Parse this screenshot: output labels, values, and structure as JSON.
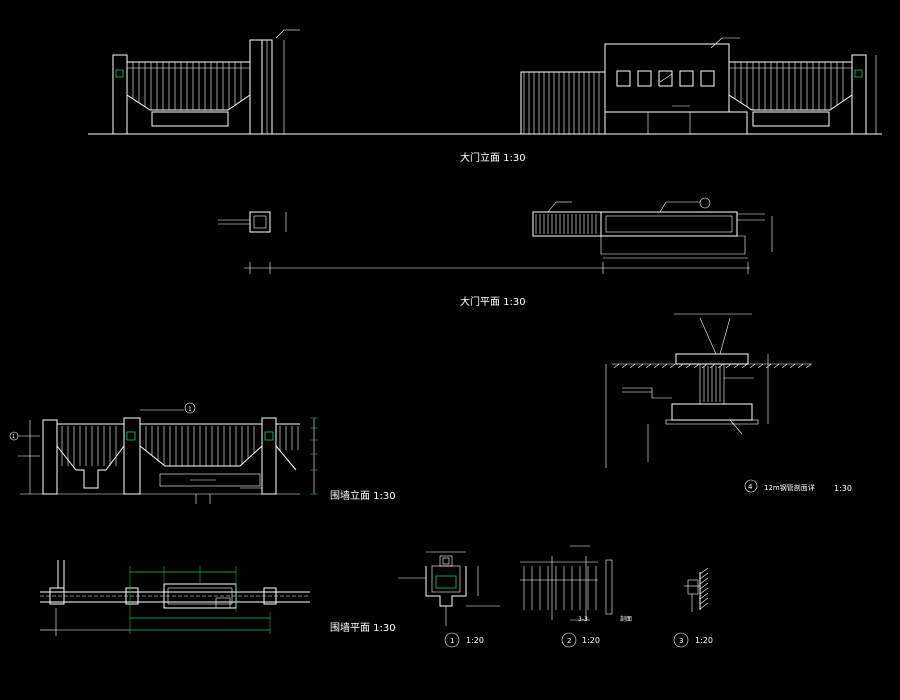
{
  "drawing": {
    "background": "#000000",
    "line_color": "#ffffff",
    "dim_color": "#22c55e"
  },
  "titles": {
    "gate_elevation": "大门立面 1:30",
    "gate_plan": "大门平面 1:30",
    "wall_elevation": "围墙立面 1:30",
    "wall_plan": "围墙平面 1:30",
    "section_caption": "12m钢管剖面详",
    "section_scale": "1:30",
    "detail1_scale": "1:20",
    "detail2_scale": "1:20",
    "detail2_label": "3-3",
    "detail2_side_label": "剖面",
    "detail3_scale": "1:20"
  },
  "markers": {
    "section_no": "4",
    "detail1_no": "1",
    "detail2_no": "2",
    "detail3_no": "3",
    "wall_callout": "1",
    "wall_callout_left": "1"
  }
}
